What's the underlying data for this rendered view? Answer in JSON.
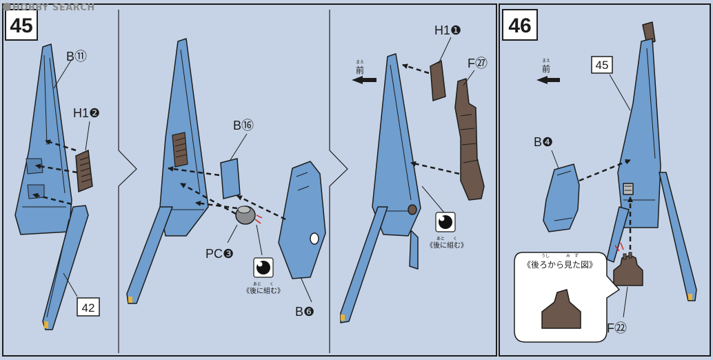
{
  "watermark": "HOBBY SEARCH",
  "steps": [
    {
      "number": "45"
    },
    {
      "number": "46"
    }
  ],
  "part_labels": {
    "b11": "B⑪",
    "h1_2": "H1❷",
    "pc3": "PC❸",
    "ref42": "42",
    "b20": "B⑯",
    "b6": "B❻",
    "h1_1": "H1❶",
    "f32": "F㉗",
    "ref45": "45",
    "b4": "B❹",
    "f30": "F㉒"
  },
  "notes": {
    "later_assemble_ruby": "あと　　く",
    "later_assemble": "《後に組む》",
    "front_ruby": "まえ",
    "front": "前",
    "rear_view_ruby": "うし　　　　み　ず",
    "rear_view": "《後ろから見た図》"
  },
  "colors": {
    "background": "#c6d3e6",
    "part_blue": "#6f9ecf",
    "part_dark": "#6b574b",
    "ink": "#1c1c1c"
  }
}
